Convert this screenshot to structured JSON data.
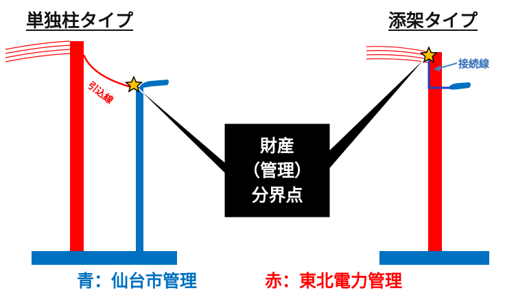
{
  "titles": {
    "single_pole": "単独柱タイプ",
    "attached": "添架タイプ"
  },
  "labels": {
    "service_line": "引込線",
    "connection_line": "接続線"
  },
  "center_label": {
    "line1": "財産",
    "line2": "（管理）",
    "line3": "分界点"
  },
  "legend": {
    "blue": "青：仙台市管理",
    "red": "赤：東北電力管理"
  },
  "colors": {
    "red": "#ff0000",
    "blue": "#0070c0",
    "black": "#000000",
    "star": "#ffc000"
  },
  "icons": [
    "star-icon",
    "street-lamp-icon"
  ]
}
